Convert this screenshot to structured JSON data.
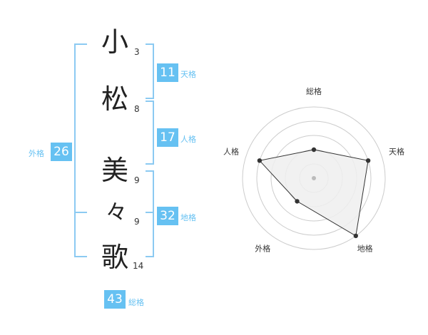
{
  "name": {
    "chars": [
      {
        "char": "小",
        "strokes": "3"
      },
      {
        "char": "松",
        "strokes": "8"
      },
      {
        "char": "美",
        "strokes": "9"
      },
      {
        "char": "々",
        "strokes": "9"
      },
      {
        "char": "歌",
        "strokes": "14"
      }
    ]
  },
  "kaku": {
    "tenkaku": {
      "value": "11",
      "label": "天格"
    },
    "jinkaku": {
      "value": "17",
      "label": "人格"
    },
    "chikaku": {
      "value": "32",
      "label": "地格"
    },
    "gaikaku": {
      "value": "26",
      "label": "外格"
    },
    "soukaku": {
      "value": "43",
      "label": "総格"
    }
  },
  "chart_data": {
    "type": "radar",
    "axes": [
      "総格",
      "天格",
      "地格",
      "外格",
      "人格"
    ],
    "values": [
      2,
      4,
      5,
      2,
      4
    ],
    "max": 5,
    "colors": {
      "fill": "#eeeeee",
      "line": "#333333",
      "grid": "#cccccc",
      "center": "#bbbbbb"
    }
  },
  "colors": {
    "accent": "#66c1f2",
    "bracket": "#8ccaf2"
  }
}
